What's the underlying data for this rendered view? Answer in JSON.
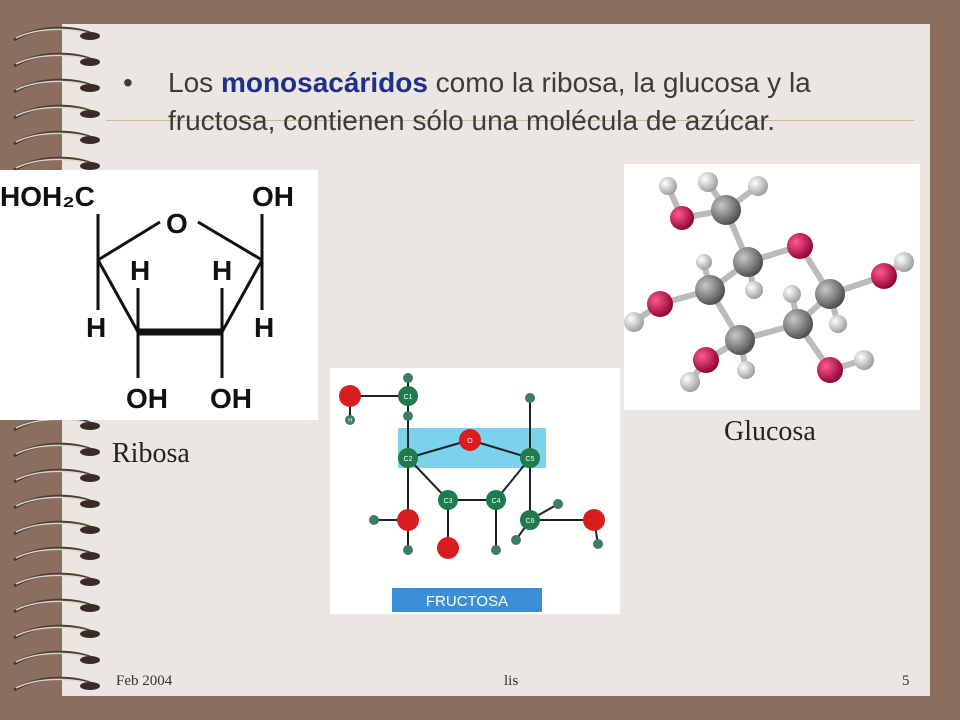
{
  "slide": {
    "bullet": {
      "pre": "Los ",
      "highlight": "monosacáridos",
      "post": " como la ribosa, la glucosa y la fructosa, contienen sólo una molécula de azúcar."
    },
    "captions": {
      "ribosa": "Ribosa",
      "glucosa": "Glucosa"
    },
    "ribose_structure": {
      "hoh2c": "HOH₂C",
      "oh_top": "OH",
      "o_ring": "O",
      "h_inner_left": "H",
      "h_inner_right": "H",
      "h_left": "H",
      "h_right": "H",
      "oh_bottom_left": "OH",
      "oh_bottom_right": "OH"
    },
    "fructose_diagram": {
      "label": "FRUCTOSA",
      "atoms": [
        "C1",
        "C2",
        "C3",
        "C4",
        "C5",
        "C6",
        "O",
        "H"
      ]
    },
    "footer": {
      "date": "Feb 2004",
      "author": "lis",
      "page": "5"
    },
    "colors": {
      "highlight": "#1f2f8c",
      "background": "#8b6e5e",
      "page": "#ebe6e2",
      "fructose_band": "#7ad3ea",
      "fructose_label_bg": "#3a8fd6"
    }
  }
}
